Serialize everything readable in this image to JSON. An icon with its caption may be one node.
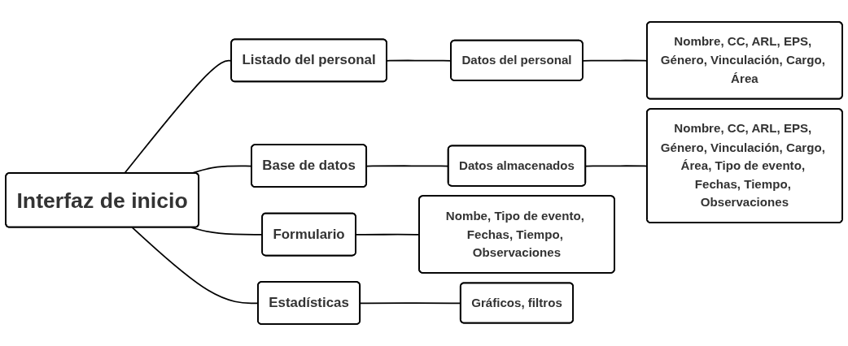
{
  "diagram": {
    "nodes": [
      {
        "text": [
          "Interfaz de inicio"
        ]
      },
      {
        "text": [
          "Listado del personal"
        ]
      },
      {
        "text": [
          "Datos del personal"
        ]
      },
      {
        "text": [
          "Nombre, CC, ARL, EPS, Género, Vinculación, Cargo, Área"
        ]
      },
      {
        "text": [
          "Base de datos"
        ]
      },
      {
        "text": [
          "Datos almacenados"
        ]
      },
      {
        "text": [
          "Nombre, CC, ARL, EPS, Género, Vinculación, Cargo, Área, Tipo de evento, Fechas, Tiempo, Observaciones"
        ]
      },
      {
        "text": [
          "Formulario"
        ]
      },
      {
        "text": [
          "Nombe, Tipo de evento, Fechas, Tiempo, Observaciones"
        ]
      },
      {
        "text": [
          "Estadísticas"
        ]
      },
      {
        "text": [
          "Gráficos, filtros"
        ]
      }
    ],
    "edges": [
      {
        "from": 0,
        "to": 1,
        "arrow": "none"
      },
      {
        "from": 0,
        "to": 4,
        "arrow": "none"
      },
      {
        "from": 0,
        "to": 7,
        "arrow": "none"
      },
      {
        "from": 0,
        "to": 9,
        "arrow": "none"
      },
      {
        "from": 1,
        "to": 2,
        "arrow": "none"
      },
      {
        "from": 2,
        "to": 3,
        "arrow": "none"
      },
      {
        "from": 4,
        "to": 5,
        "arrow": "none"
      },
      {
        "from": 5,
        "to": 6,
        "arrow": "none"
      },
      {
        "from": 7,
        "to": 8,
        "arrow": "none"
      },
      {
        "from": 9,
        "to": 10,
        "arrow": "none"
      }
    ]
  }
}
